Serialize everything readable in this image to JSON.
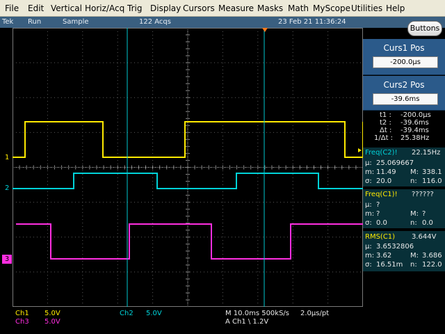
{
  "menu": {
    "file": "File",
    "edit": "Edit",
    "vertical": "Vertical",
    "horiz": "Horiz/Acq",
    "trig": "Trig",
    "display": "Display",
    "cursors": "Cursors",
    "measure": "Measure",
    "masks": "Masks",
    "math": "Math",
    "myscope": "MyScope",
    "utilities": "Utilities",
    "help": "Help"
  },
  "status": {
    "brand": "Tek",
    "run": "Run",
    "mode": "Sample",
    "acqs": "122 Acqs",
    "datetime": "23 Feb 21 11:36:24"
  },
  "buttons_label": "Buttons",
  "cursors": {
    "c1_title": "Curs1 Pos",
    "c1_value": "-200.0µs",
    "c2_title": "Curs2 Pos",
    "c2_value": "-39.6ms"
  },
  "cursor_readout": {
    "t1_label": "t1 :",
    "t1": "-200.0µs",
    "t2_label": "t2 :",
    "t2": "-39.6ms",
    "dt_label": "Δt :",
    "dt": "-39.4ms",
    "inv_label": "1/Δt :",
    "inv": "25.38Hz"
  },
  "meas1": {
    "name": "Freq(C2)!",
    "value": "22.15Hz",
    "mu_label": "µ:",
    "mu": "25.069667",
    "m_label": "m:",
    "m": "11.49",
    "M_label": "M:",
    "M": "338.1",
    "s_label": "σ:",
    "s": "20.0",
    "n_label": "n:",
    "n": "116.0"
  },
  "meas2": {
    "name": "Freq(C1)!",
    "value": "??????",
    "mu_label": "µ:",
    "mu": "?",
    "m_label": "m:",
    "m": "?",
    "M_label": "M:",
    "M": "?",
    "s_label": "σ:",
    "s": "0.0",
    "n_label": "n:",
    "n": "0.0"
  },
  "meas3": {
    "name": "RMS(C1)",
    "value": "3.644V",
    "mu_label": "µ:",
    "mu": "3.6532806",
    "m_label": "m:",
    "m": "3.62",
    "M_label": "M:",
    "M": "3.686",
    "s_label": "σ:",
    "s": "16.51m",
    "n_label": "n:",
    "n": "122.0"
  },
  "bottom": {
    "ch1": "Ch1",
    "ch1_scale": "5.0V",
    "ch2": "Ch2",
    "ch2_scale": "5.0V",
    "ch3": "Ch3",
    "ch3_scale": "5.0V",
    "timebase": "M 10.0ms 500kS/s",
    "pt": "2.0µs/pt",
    "trigger": "A  Ch1  \\  1.2V"
  },
  "markers": {
    "ch1": "1",
    "ch2": "2",
    "ch3": "3"
  },
  "colors": {
    "ch1": "#ffea00",
    "ch2": "#00d2d8",
    "ch3": "#ff2ee0",
    "cursor": "#00c8d0",
    "trigger_marker": "#ff7a1a"
  }
}
